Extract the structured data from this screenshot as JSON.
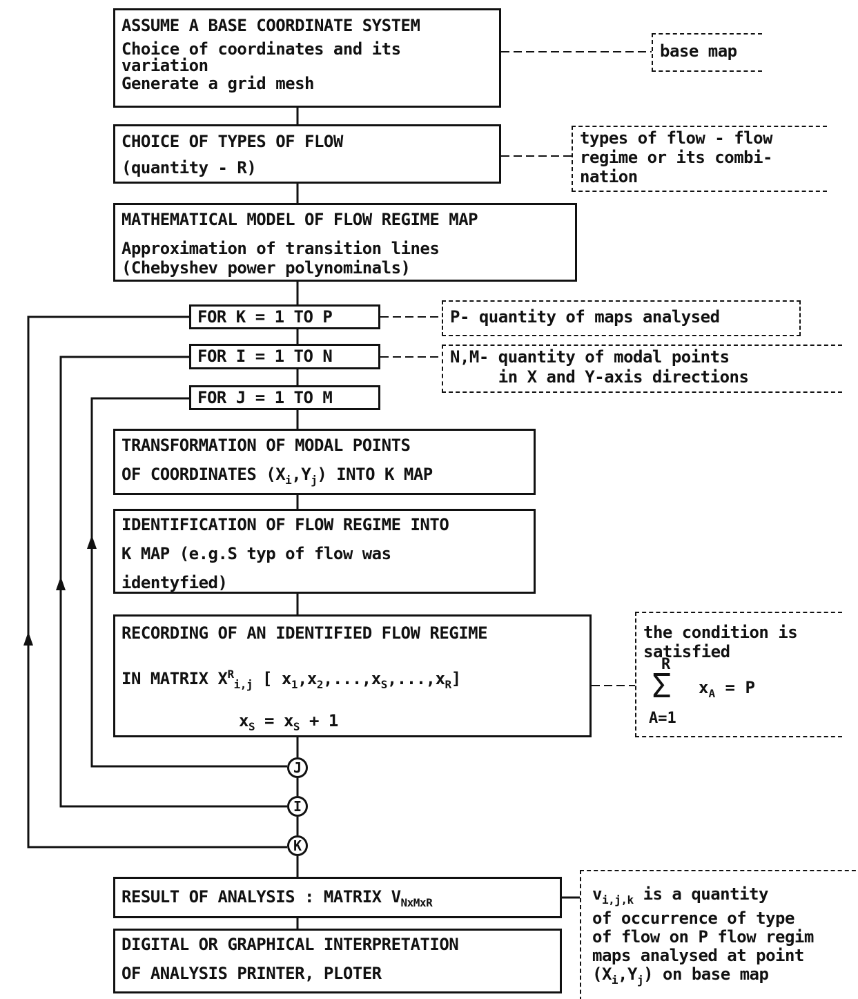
{
  "boxes": {
    "base": {
      "title": "ASSUME A BASE COORDINATE SYSTEM",
      "line1": "Choice of coordinates and its",
      "line2": "variation",
      "line3": "Generate a grid mesh"
    },
    "flow_types": {
      "title": "CHOICE OF TYPES OF FLOW",
      "line1": "(quantity - R)"
    },
    "model": {
      "title": "MATHEMATICAL MODEL OF FLOW REGIME MAP",
      "line1": "Approximation of transition lines",
      "line2": "(Chebyshev power polynominals)"
    },
    "loop_k": "FOR K = 1 TO P",
    "loop_i": "FOR I = 1 TO N",
    "loop_j": "FOR J = 1 TO M",
    "transform": {
      "line1": "TRANSFORMATION OF MODAL POINTS",
      "line2_pre": "OF COORDINATES (X",
      "line2_sub1": "i",
      "line2_mid": ",Y",
      "line2_sub2": "j",
      "line2_post": ") INTO K MAP"
    },
    "identify": {
      "line1": "IDENTIFICATION OF FLOW REGIME INTO",
      "line2": "K MAP (e.g.S typ  of flow was",
      "line3": "identyfied)"
    },
    "record": {
      "line1": "RECORDING OF AN IDENTIFIED FLOW REGIME",
      "line2_pre": "IN MATRIX  X",
      "line2_sup": "R",
      "line2_sub": "i,j",
      "line2_vec": "[ x",
      "v1": "1",
      "v_sep1": ",x",
      "v2": "2",
      "v_mid": ",...,x",
      "vs": "S",
      "v_mid2": ",...,x",
      "vr": "R",
      "v_end": "]",
      "eq_pre": "x",
      "eq_sub": "S",
      "eq_mid": " = x",
      "eq_sub2": "S",
      "eq_post": " + 1"
    },
    "result": {
      "pre": "RESULT OF ANALYSIS : MATRIX V",
      "sub": "NxMxR"
    },
    "interpret": {
      "line1": "DIGITAL OR GRAPHICAL INTERPRETATION",
      "line2": "OF ANALYSIS  PRINTER, PLOTER"
    }
  },
  "notes": {
    "base_map": "base map",
    "flow": {
      "line1": "types of flow - flow",
      "line2": "regime or its combi-",
      "line3": "nation"
    },
    "p": "P- quantity of maps analysed",
    "nm": {
      "line1": "N,M- quantity of modal points",
      "line2": "     in X and Y-axis directions"
    },
    "cond": {
      "line1": "the condition is",
      "line2": "satisfied",
      "sum_top": "R",
      "sum_sym": "Σ",
      "sum_bottom": "A=1",
      "sum_term": "x",
      "sum_sub": "A",
      "sum_eq": " = P"
    },
    "result": {
      "line1_pre": "v",
      "line1_sub": "i,j,k",
      "line1_post": " is a quantity",
      "line2": "of occurrence of type",
      "line3": "of flow on P flow regim",
      "line4": "maps analysed at point",
      "line5_pre": "(X",
      "line5_sub1": "i",
      "line5_mid": ",Y",
      "line5_sub2": "j",
      "line5_post": ") on base map"
    }
  },
  "connectors": {
    "j": "J",
    "i": "I",
    "k": "K"
  }
}
